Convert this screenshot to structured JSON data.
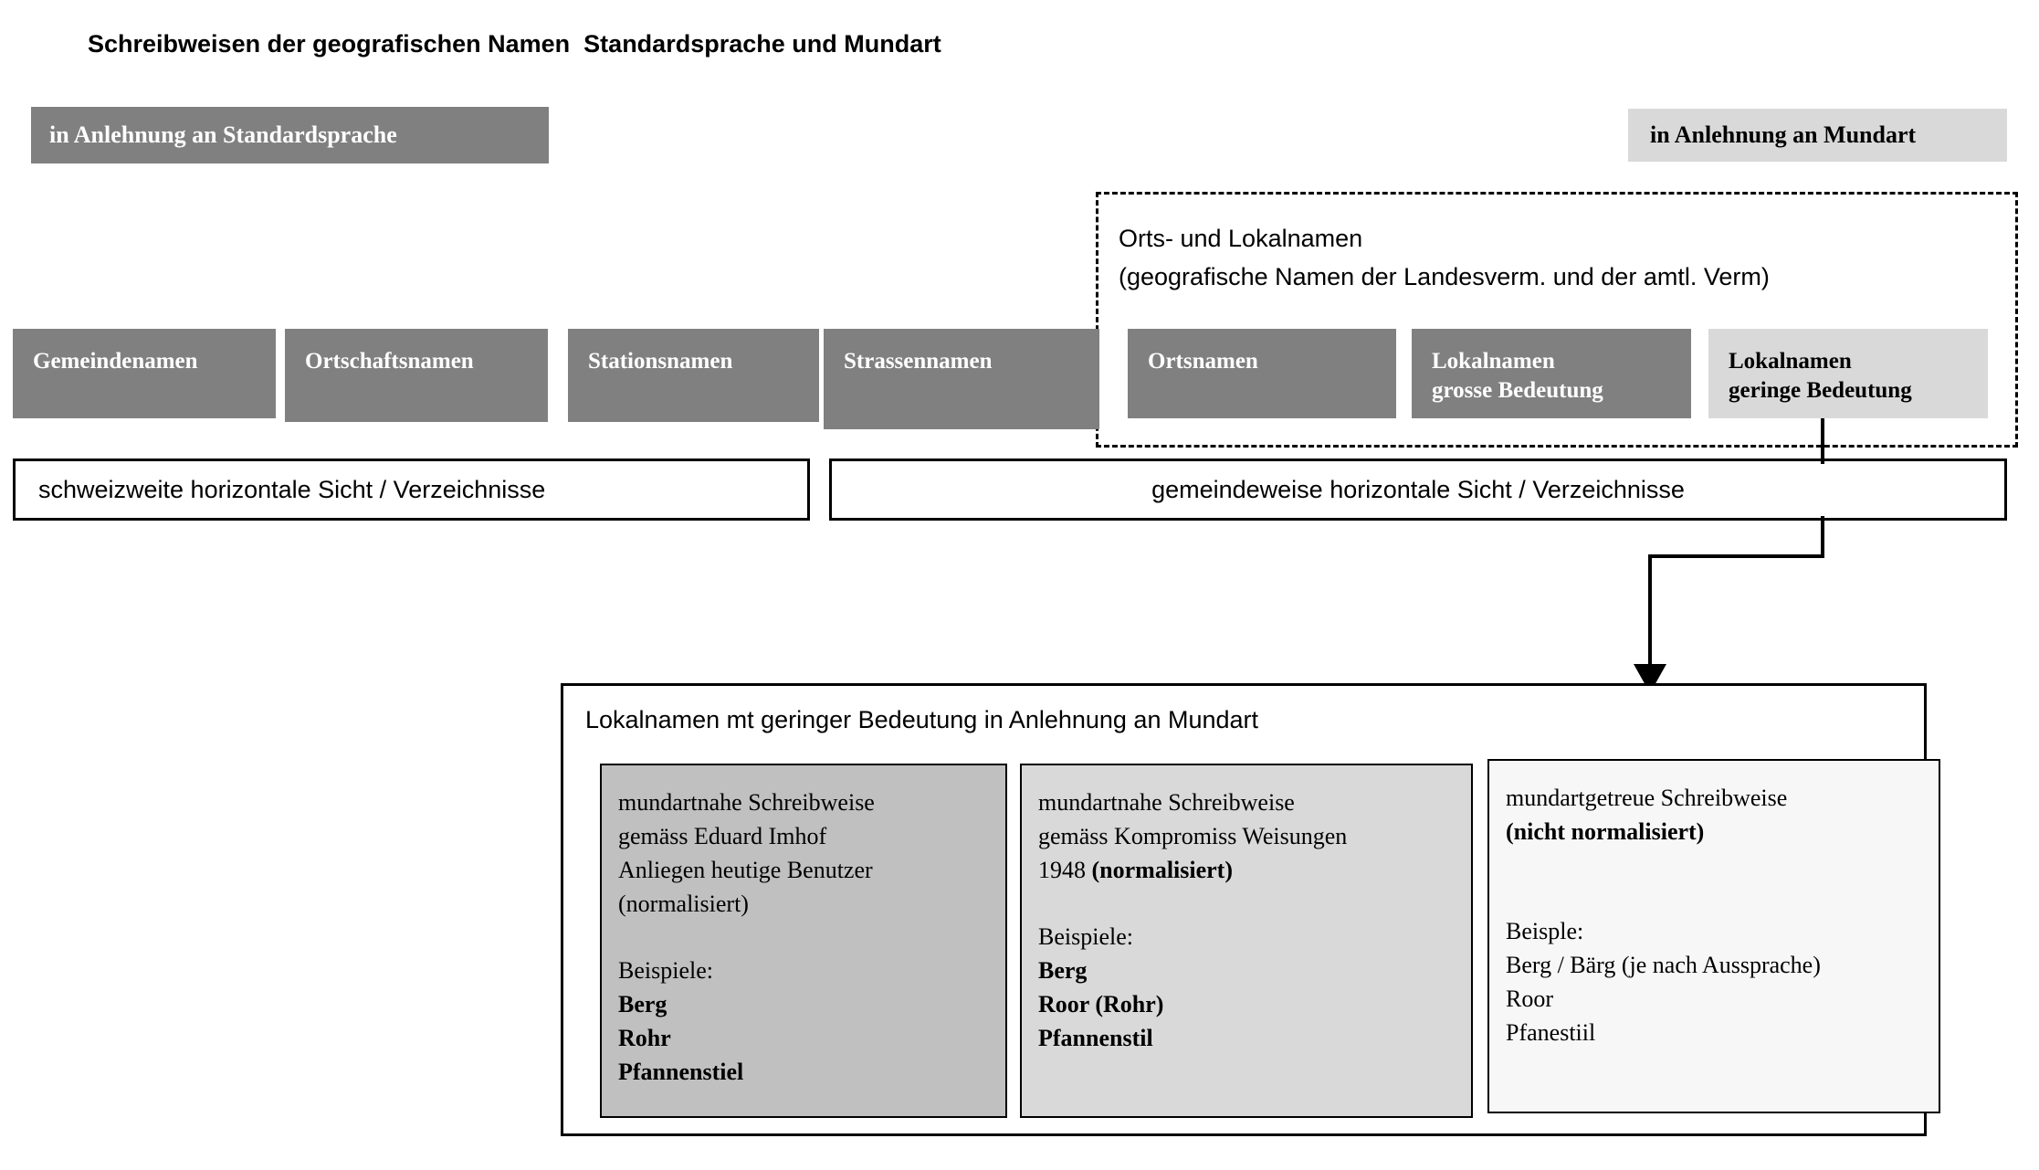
{
  "page_title": "Schreibweisen der geografischen Namen  Standardsprache und Mundart",
  "headers": {
    "left": "in Anlehnung an Standardsprache",
    "right": "in Anlehnung an Mundart"
  },
  "dashed_group": {
    "label_line1": "Orts- und Lokalnamen",
    "label_line2": "(geografische Namen der Landesverm. und der amtl. Verm)"
  },
  "categories": [
    {
      "id": "gemeindenamen",
      "label": "Gemeindenamen",
      "style": "dark"
    },
    {
      "id": "ortschaftsnamen",
      "label": "Ortschaftsnamen",
      "style": "dark"
    },
    {
      "id": "stationsnamen",
      "label": "Stationsnamen",
      "style": "dark"
    },
    {
      "id": "strassennamen",
      "label": "Strassennamen",
      "style": "dark"
    },
    {
      "id": "ortsnamen",
      "label": "Ortsnamen",
      "style": "dark"
    },
    {
      "id": "lokal_gross",
      "label": "Lokalnamen\ngrosse Bedeutung",
      "style": "dark"
    },
    {
      "id": "lokal_gering",
      "label": "Lokalnamen\ngeringe Bedeutung",
      "style": "light"
    }
  ],
  "sight_boxes": {
    "swiss": "schweizweite horizontale Sicht / Verzeichnisse",
    "municipal": "gemeindeweise horizontale Sicht / Verzeichnisse"
  },
  "detail_panel": {
    "title": "Lokalnamen mt geringer Bedeutung in Anlehnung an Mundart",
    "cards": [
      {
        "id": "imhof",
        "description": "mundartnahe Schreibweise\ngemäss Eduard Imhof\nAnliegen heutige Benutzer\n(normalisiert)",
        "examples_label": "Beispiele:",
        "examples": [
          "Berg",
          "Rohr",
          "Pfannenstiel"
        ],
        "examples_bold": true,
        "background": "#c0c0c0"
      },
      {
        "id": "kompromiss",
        "description_plain": "mundartnahe Schreibweise\ngemäss Kompromiss Weisungen\n1948 ",
        "description_bold": "(normalisiert)",
        "examples_label": "Beispiele:",
        "examples": [
          "Berg",
          "Roor (Rohr)",
          "Pfannenstil"
        ],
        "examples_bold": true,
        "background": "#d9d9d9"
      },
      {
        "id": "getreu",
        "description_plain": "mundartgetreue Schreibweise\n",
        "description_bold": "(nicht normalisiert)",
        "examples_label": "Beisple:",
        "examples": [
          "Berg / Bärg (je nach Aussprache)",
          "Roor",
          "Pfanestiil"
        ],
        "examples_bold": false,
        "background": "#f7f7f7"
      }
    ]
  },
  "colors": {
    "dark_gray": "#808080",
    "light_gray": "#d9d9d9",
    "card_gray": "#c0c0c0",
    "line": "#000000"
  }
}
